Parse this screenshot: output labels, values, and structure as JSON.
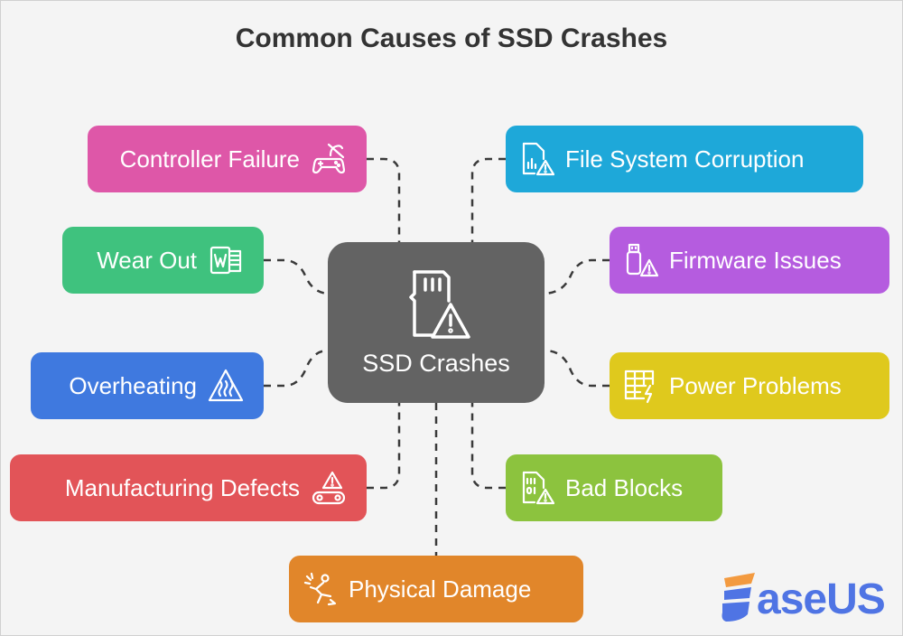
{
  "title": "Common Causes of SSD Crashes",
  "center": {
    "label": "SSD Crashes",
    "icon": "sd-card-warning-icon"
  },
  "causes": [
    {
      "label": "Controller Failure",
      "color": "#de57a8",
      "icon": "gamepad-off-icon"
    },
    {
      "label": "Wear Out",
      "color": "#3fc27e",
      "icon": "word-document-icon"
    },
    {
      "label": "Overheating",
      "color": "#3f79df",
      "icon": "heat-warning-icon"
    },
    {
      "label": "Manufacturing Defects",
      "color": "#e25458",
      "icon": "conveyor-warning-icon"
    },
    {
      "label": "File System Corruption",
      "color": "#1ea8d9",
      "icon": "file-chart-warning-icon"
    },
    {
      "label": "Firmware Issues",
      "color": "#b55cdf",
      "icon": "usb-warning-icon"
    },
    {
      "label": "Power Problems",
      "color": "#dfc91d",
      "icon": "table-bolt-icon"
    },
    {
      "label": "Bad Blocks",
      "color": "#8cc33e",
      "icon": "binary-file-warning-icon"
    },
    {
      "label": "Physical Damage",
      "color": "#e1862a",
      "icon": "falling-person-icon"
    }
  ],
  "logo": {
    "text": "EaseUS",
    "word": "aseUS"
  },
  "colors": {
    "connector": "#3a3a3a",
    "center": "#636363",
    "title": "#333333",
    "logo_blue": "#4f74e4",
    "logo_orange": "#f39a3f"
  }
}
